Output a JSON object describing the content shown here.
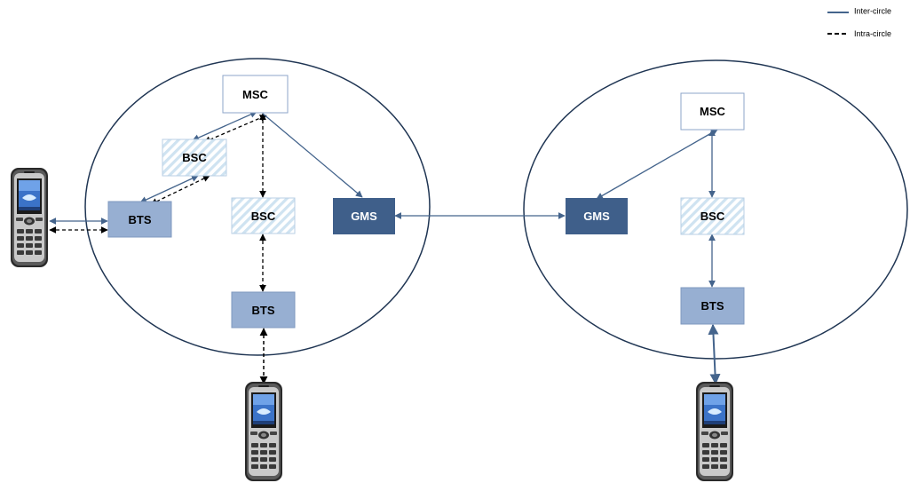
{
  "legend": {
    "inter_label": "Inter-circle",
    "intra_label": "Intra-circle"
  },
  "colors": {
    "inter_line": "#44648c",
    "intra_line": "#000000",
    "circle_stroke": "#1f3553",
    "msc_fill": "#ffffff",
    "bsc_stripe": "#cfe3f1",
    "bts_fill": "#97afd2",
    "gms_fill": "#3f5f8a",
    "gms_text": "#ffffff"
  },
  "circle_left": {
    "msc": "MSC",
    "bsc_upper": "BSC",
    "bts_left": "BTS",
    "bsc_center": "BSC",
    "bts_bottom": "BTS",
    "gms": "GMS"
  },
  "circle_right": {
    "gms": "GMS",
    "msc": "MSC",
    "bsc": "BSC",
    "bts": "BTS"
  },
  "icons": [
    "mobile-phone-icon"
  ]
}
